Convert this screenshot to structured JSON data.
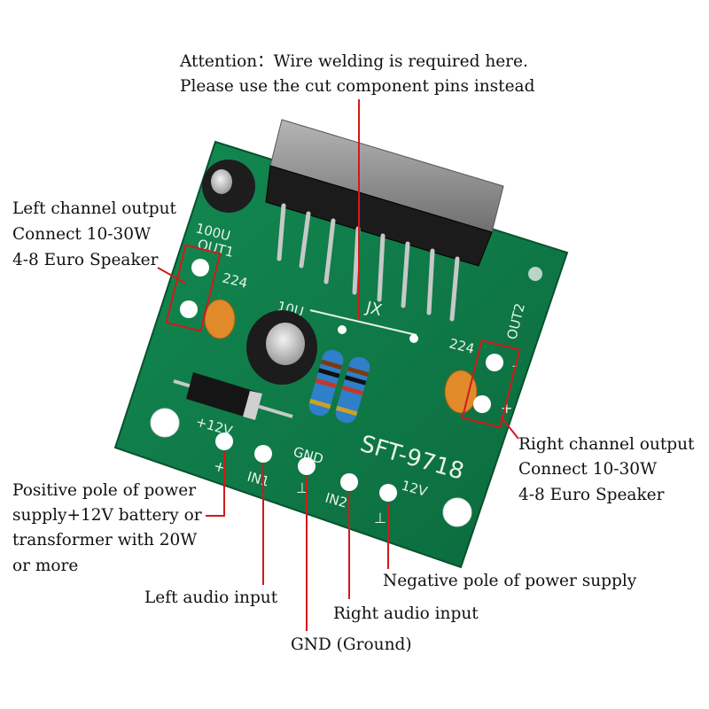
{
  "annotations": {
    "attention_line1": "Attention：Wire welding is required here.",
    "attention_line2": "Please use the cut component pins instead",
    "left_output": [
      "Left channel output",
      "Connect 10-30W",
      "4-8 Euro Speaker"
    ],
    "right_output": [
      "Right channel output",
      "Connect 10-30W",
      "4-8 Euro Speaker"
    ],
    "power_positive": [
      "Positive pole of power",
      "supply+12V battery or",
      "transformer with 20W",
      "or more"
    ],
    "left_audio_input": "Left audio input",
    "gnd": "GND (Ground)",
    "right_audio_input": "Right audio input",
    "power_negative": "Negative pole of power supply"
  },
  "board": {
    "model": "SFT-9718",
    "jumper": "JX",
    "out1": "OUT1",
    "out2": "OUT2",
    "cap_small": "100U",
    "cap_big": "10U",
    "cap_ceramic_left": "224",
    "cap_ceramic_right": "224",
    "plus_12v": "+12V",
    "plus": "+",
    "in1": "IN1",
    "gnd": "GND",
    "ground_symbol": "⊥",
    "in2": "IN2",
    "v12": "12V",
    "minus": "-",
    "out_plus": "+"
  },
  "colors": {
    "pcb": "#0f7a47",
    "pcb_light": "#16925a",
    "silk": "#e8f2ea",
    "callout_line": "#d11a1a",
    "heatsink": "#8a8a8a",
    "ceramic_cap": "#e08a2a"
  }
}
